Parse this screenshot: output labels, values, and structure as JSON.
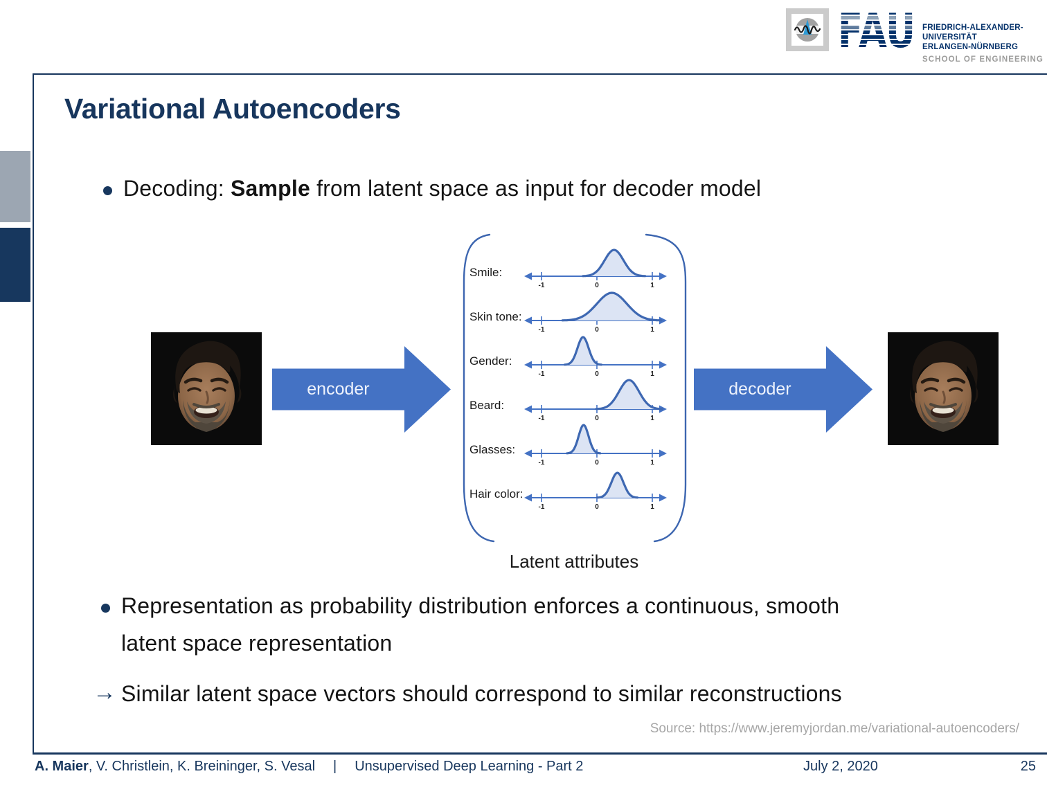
{
  "brand": {
    "wordmark": "FAU",
    "university_lines": [
      "FRIEDRICH-ALEXANDER-",
      "UNIVERSITÄT",
      "ERLANGEN-NÜRNBERG"
    ],
    "school": "SCHOOL OF ENGINEERING",
    "navy": "#04316A",
    "stripe_light": "#8FA3B8"
  },
  "slide": {
    "title": "Variational Autoencoders",
    "bullet1": {
      "prefix": "Decoding: ",
      "bold": "Sample",
      "suffix": " from latent space as input for decoder model"
    },
    "bullet2_lines": [
      "Representation as probability distribution enforces a continuous, smooth",
      "latent space representation"
    ],
    "bullet3_icon": "→",
    "bullet3": "Similar latent space vectors should correspond to similar reconstructions",
    "source": "Source: https://www.jeremyjordan.me/variational-autoencoders/"
  },
  "diagram": {
    "encoder_label": "encoder",
    "decoder_label": "decoder",
    "caption": "Latent attributes",
    "axis_ticks": [
      "-1",
      "0",
      "1"
    ],
    "axis_range": [
      -1,
      1
    ],
    "attributes": [
      {
        "label": "Smile:",
        "mean": 0.31,
        "sigma": 0.17,
        "peak": 38
      },
      {
        "label": "Skin tone:",
        "mean": 0.27,
        "sigma": 0.27,
        "peak": 40
      },
      {
        "label": "Gender:",
        "mean": -0.25,
        "sigma": 0.1,
        "peak": 40
      },
      {
        "label": "Beard:",
        "mean": 0.58,
        "sigma": 0.18,
        "peak": 42
      },
      {
        "label": "Glasses:",
        "mean": -0.24,
        "sigma": 0.09,
        "peak": 41
      },
      {
        "label": "Hair color:",
        "mean": 0.37,
        "sigma": 0.11,
        "peak": 36
      }
    ],
    "arrow_color": "#4472C4",
    "curve_color": "#3E68B2",
    "curve_fill": "#DCE4F4"
  },
  "footer": {
    "authors_bold": "A. Maier",
    "authors_rest": ", V. Christlein, K. Breininger, S. Vesal",
    "separator": "|",
    "course": "Unsupervised Deep Learning - Part 2",
    "date": "July 2, 2020",
    "page": "25"
  }
}
